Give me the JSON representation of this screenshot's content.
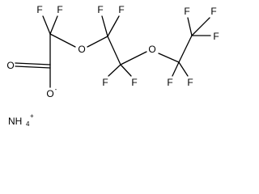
{
  "structure": {
    "atoms": {
      "f_c1_left": "F",
      "f_c1_right": "F",
      "o_carbonyl": "O",
      "o_carboxylate": "O",
      "o_ether_1": "O",
      "f_c2_top_left": "F",
      "f_c2_top_right": "F",
      "f_c3_bottom_left": "F",
      "f_c3_bottom_right": "F",
      "o_ether_2": "O",
      "f_c4_bottom_left": "F",
      "f_c4_bottom_right": "F",
      "f_c5_top_left": "F",
      "f_c5_top_right": "F",
      "f_c5_right": "F"
    },
    "charges": {
      "carboxylate": "-"
    },
    "counterion": {
      "label": "NH",
      "subscript": "4",
      "charge": "+"
    }
  }
}
